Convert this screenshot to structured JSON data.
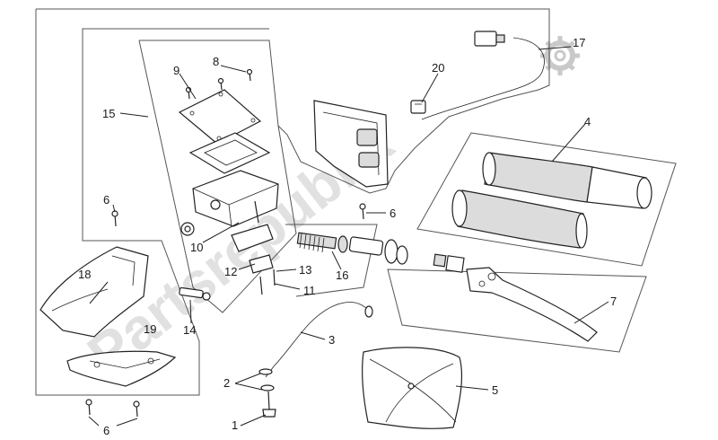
{
  "watermark": {
    "text": "Partsrepublik"
  },
  "colors": {
    "line": "#222222",
    "panel": "#555555",
    "watermark": "#c9c9c9"
  },
  "icons": {
    "watermark_logo": "gear-icon"
  },
  "callouts": [
    {
      "id": "c1",
      "label": "1"
    },
    {
      "id": "c2",
      "label": "2"
    },
    {
      "id": "c3",
      "label": "3"
    },
    {
      "id": "c4",
      "label": "4"
    },
    {
      "id": "c5",
      "label": "5"
    },
    {
      "id": "c6a",
      "label": "6"
    },
    {
      "id": "c6b",
      "label": "6"
    },
    {
      "id": "c6c",
      "label": "6"
    },
    {
      "id": "c7",
      "label": "7"
    },
    {
      "id": "c8",
      "label": "8"
    },
    {
      "id": "c9",
      "label": "9"
    },
    {
      "id": "c10",
      "label": "10"
    },
    {
      "id": "c11",
      "label": "11"
    },
    {
      "id": "c12",
      "label": "12"
    },
    {
      "id": "c13",
      "label": "13"
    },
    {
      "id": "c14",
      "label": "14"
    },
    {
      "id": "c15",
      "label": "15"
    },
    {
      "id": "c16",
      "label": "16"
    },
    {
      "id": "c17",
      "label": "17"
    },
    {
      "id": "c18",
      "label": "18"
    },
    {
      "id": "c19",
      "label": "19"
    },
    {
      "id": "c20",
      "label": "20"
    }
  ]
}
